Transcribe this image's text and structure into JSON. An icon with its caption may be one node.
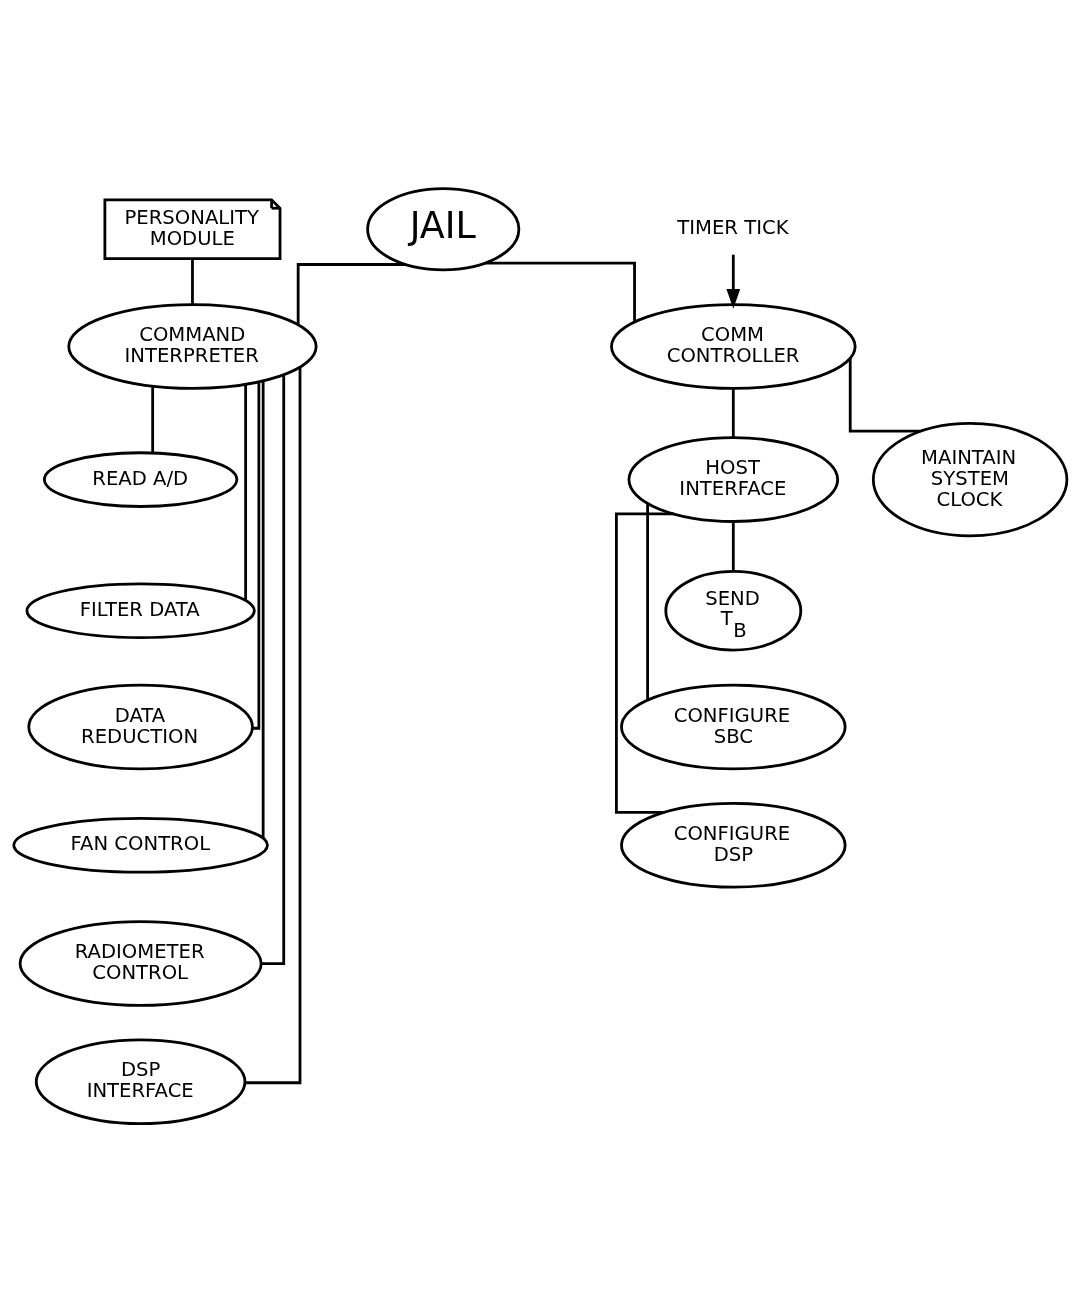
{
  "diagram": {
    "nodes": [
      {
        "text": [
          "JAIL"
        ]
      },
      {
        "text": [
          "PERSONALITY MODULE"
        ]
      },
      {
        "text": [
          "COMMAND INTERPRETER"
        ]
      },
      {
        "text": [
          "TIMER TICK"
        ]
      },
      {
        "text": [
          "COMM CONTROLLER"
        ]
      },
      {
        "text": [
          "READ A/D"
        ]
      },
      {
        "text": [
          "FILTER DATA"
        ]
      },
      {
        "text": [
          "DATA REDUCTION"
        ]
      },
      {
        "text": [
          "FAN CONTROL"
        ]
      },
      {
        "text": [
          "RADIOMETER CONTROL"
        ]
      },
      {
        "text": [
          "DSP INTERFACE"
        ]
      },
      {
        "text": [
          "HOST INTERFACE"
        ]
      },
      {
        "text": [
          "MAINTAIN SYSTEM CLOCK"
        ]
      },
      {
        "text": [
          "SEND T$_{B}$"
        ]
      },
      {
        "text": [
          "CONFIGURE SBC"
        ]
      },
      {
        "text": [
          "CONFIGURE DSP"
        ]
      }
    ],
    "edges": [
      {
        "from": 0,
        "to": 2,
        "arrow": "none"
      },
      {
        "from": 0,
        "to": 4,
        "arrow": "none"
      },
      {
        "from": 1,
        "to": 2,
        "arrow": "none"
      },
      {
        "from": 3,
        "to": 4,
        "arrow": "to"
      },
      {
        "from": 2,
        "to": 5,
        "arrow": "none"
      },
      {
        "from": 2,
        "to": 6,
        "arrow": "none"
      },
      {
        "from": 2,
        "to": 7,
        "arrow": "none"
      },
      {
        "from": 2,
        "to": 8,
        "arrow": "none"
      },
      {
        "from": 2,
        "to": 9,
        "arrow": "none"
      },
      {
        "from": 2,
        "to": 10,
        "arrow": "none"
      },
      {
        "from": 4,
        "to": 11,
        "arrow": "none"
      },
      {
        "from": 4,
        "to": 12,
        "arrow": "none"
      },
      {
        "from": 11,
        "to": 13,
        "arrow": "none"
      },
      {
        "from": 11,
        "to": 14,
        "arrow": "none"
      },
      {
        "from": 11,
        "to": 15,
        "arrow": "none"
      }
    ]
  }
}
